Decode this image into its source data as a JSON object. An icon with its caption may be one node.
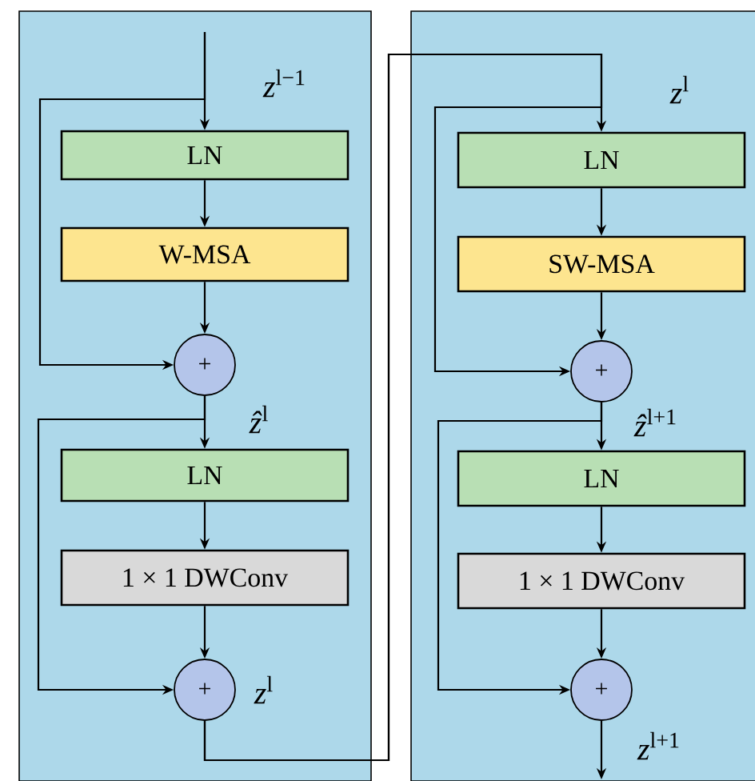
{
  "diagram": {
    "nodes": [
      {
        "text": [],
        "shape": "box"
      },
      {
        "text": [],
        "shape": "box"
      },
      {
        "text": [
          "LN"
        ],
        "in": 0
      },
      {
        "text": [
          "W-MSA"
        ],
        "in": 0
      },
      {
        "text": [
          "+"
        ],
        "in": 0,
        "beside": [
          "*ẑ*$^{l}$"
        ]
      },
      {
        "text": [
          "LN"
        ],
        "in": 0
      },
      {
        "text": [
          "1 × 1 DWConv"
        ],
        "in": 0
      },
      {
        "text": [
          "+"
        ],
        "in": 0,
        "beside": [
          "*z*$^{l}$"
        ]
      },
      {
        "text": [
          "LN"
        ],
        "in": 1
      },
      {
        "text": [
          "SW-MSA"
        ],
        "in": 1
      },
      {
        "text": [
          "+"
        ],
        "in": 1,
        "beside": [
          "*ẑ*$^{l+1}$"
        ]
      },
      {
        "text": [
          "LN"
        ],
        "in": 1
      },
      {
        "text": [
          "1 × 1 DWConv"
        ],
        "in": 1
      },
      {
        "text": [
          "+"
        ],
        "in": 1,
        "beside": [
          "*z*$^{l+1}$"
        ]
      }
    ],
    "edges": [
      {
        "from": null,
        "to": 2,
        "arrow": "to"
      },
      {
        "from": null,
        "to": 4,
        "arrow": "to"
      },
      {
        "from": 2,
        "to": 3,
        "arrow": "to"
      },
      {
        "from": 3,
        "to": 4,
        "arrow": "to"
      },
      {
        "from": 4,
        "to": 5,
        "arrow": "to"
      },
      {
        "from": 4,
        "to": 7,
        "arrow": "to"
      },
      {
        "from": 5,
        "to": 6,
        "arrow": "to"
      },
      {
        "from": 6,
        "to": 7,
        "arrow": "to"
      },
      {
        "from": 7,
        "to": 8,
        "arrow": "to"
      },
      {
        "from": 7,
        "to": 10,
        "arrow": "to"
      },
      {
        "from": 8,
        "to": 9,
        "arrow": "to"
      },
      {
        "from": 9,
        "to": 10,
        "arrow": "to"
      },
      {
        "from": 10,
        "to": 11,
        "arrow": "to"
      },
      {
        "from": 10,
        "to": 13,
        "arrow": "to"
      },
      {
        "from": 11,
        "to": 12,
        "arrow": "to"
      },
      {
        "from": 12,
        "to": 13,
        "arrow": "to"
      },
      {
        "from": 13,
        "to": null,
        "arrow": "to"
      }
    ],
    "labels": [
      "*z*$^{l−1}$",
      "*z*$^{l}$"
    ]
  }
}
